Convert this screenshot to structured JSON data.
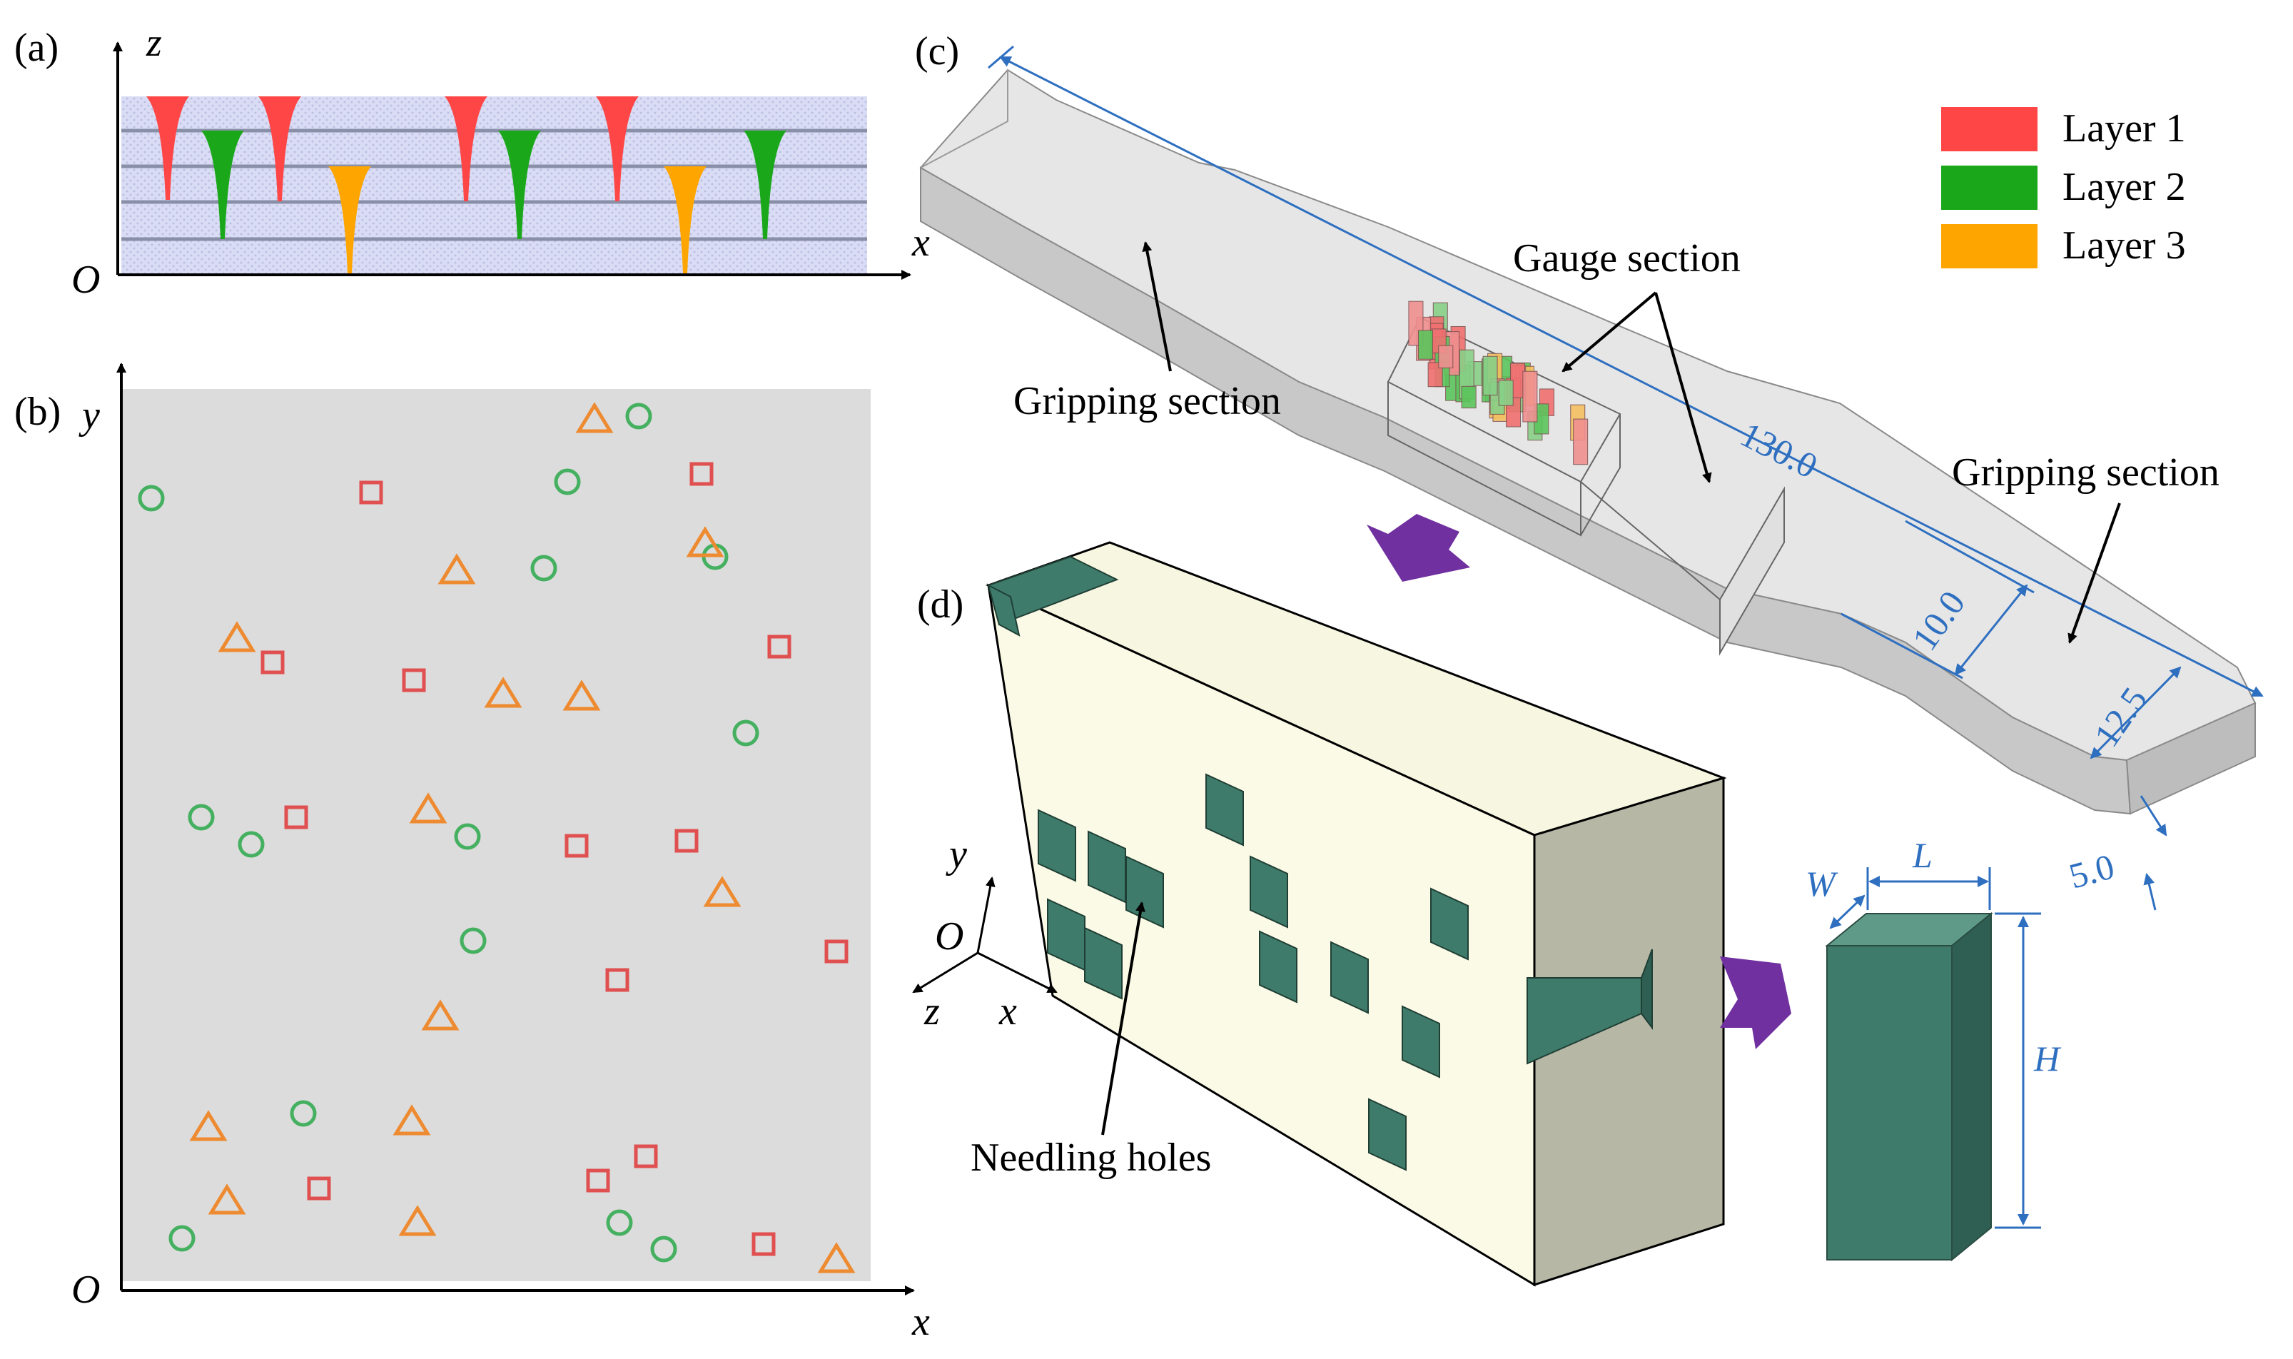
{
  "panels": {
    "a": {
      "label": "(a)",
      "axis_z": "z",
      "axis_origin": "O"
    },
    "b": {
      "label": "(b)",
      "axis_y": "y",
      "axis_x": "x",
      "axis_origin": "O"
    },
    "c": {
      "label": "(c)",
      "axis_x": "x"
    },
    "d": {
      "label": "(d)"
    }
  },
  "legend": [
    {
      "label": "Layer 1",
      "color": "#ff4646"
    },
    {
      "label": "Layer 2",
      "color": "#1aa81a"
    },
    {
      "label": "Layer 3",
      "color": "#ffa500"
    }
  ],
  "callouts": {
    "gauge_section": "Gauge section",
    "gripping_left": "Gripping section",
    "gripping_right": "Gripping section",
    "needling_holes": "Needling holes"
  },
  "dimensions": {
    "length": "130.0",
    "gauge_width": "10.0",
    "grip_width": "12.5",
    "thickness": "5.0"
  },
  "axes_d": {
    "y": "y",
    "origin": "O",
    "z": "z",
    "x": "x"
  },
  "column_labels": {
    "w": "W",
    "l": "L",
    "h": "H"
  },
  "colors": {
    "dimension_blue": "#2e6fc0",
    "arrow_purple": "#7030a0",
    "needle_green": "#3f7b6a",
    "block_face": "#fbfae6",
    "block_side": "#b7b7a6",
    "layer_band": "#d7dbf4",
    "scatter_bg": "#dcdcdc"
  }
}
